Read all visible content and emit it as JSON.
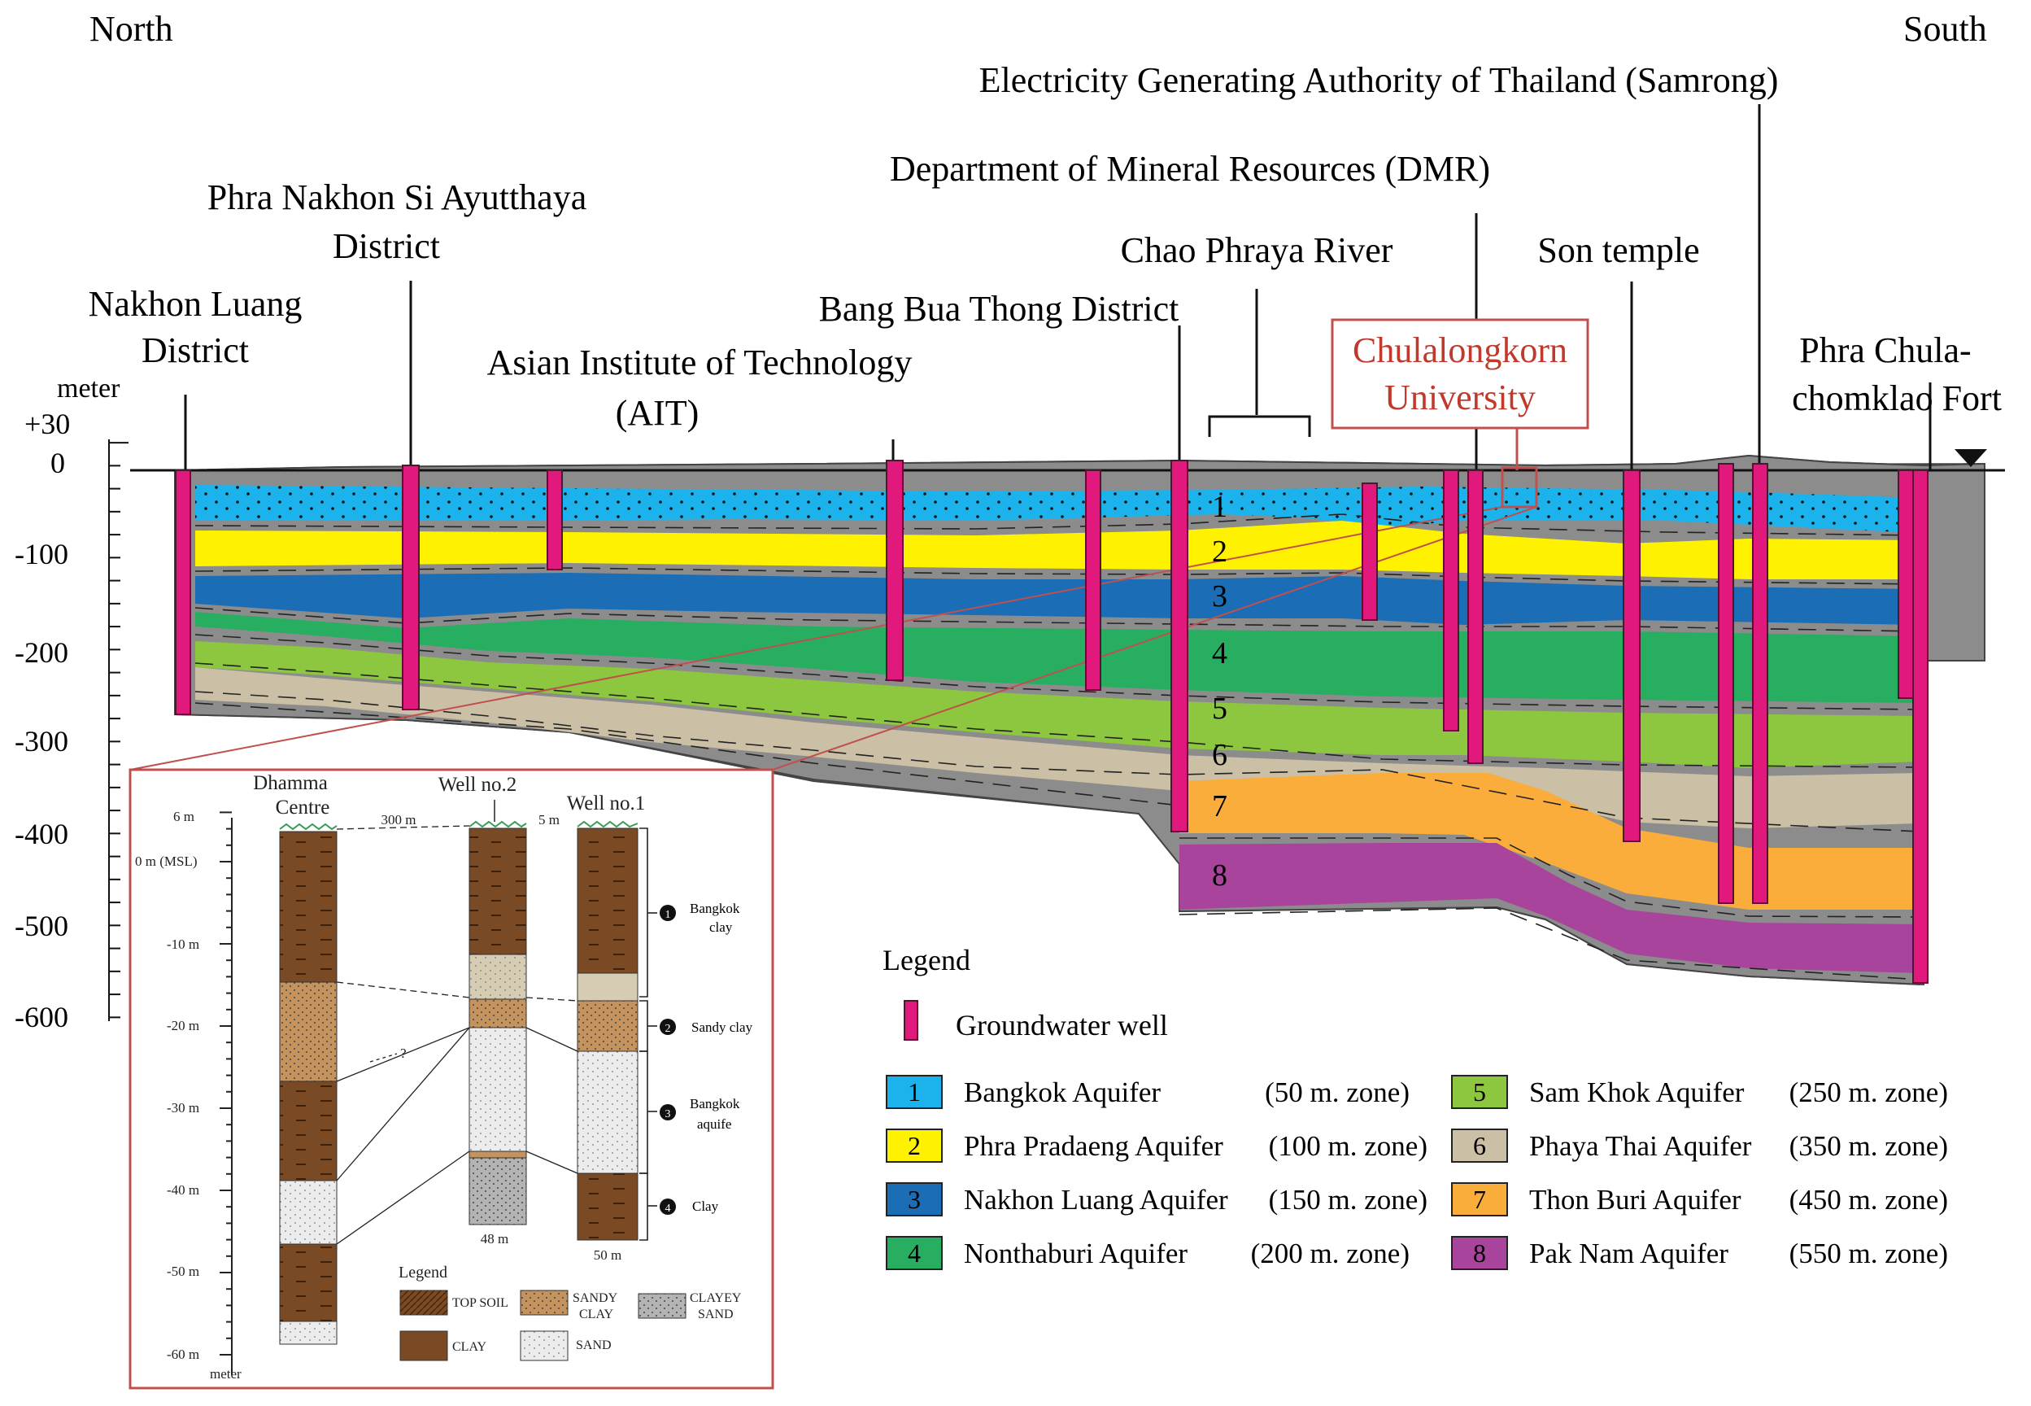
{
  "orientation": {
    "north": "North",
    "south": "South"
  },
  "axis": {
    "unit": "meter",
    "ticks": [
      "+30",
      "0",
      "-100",
      "-200",
      "-300",
      "-400",
      "-500",
      "-600"
    ]
  },
  "locations": {
    "nakhon_luang": [
      "Nakhon Luang",
      "District"
    ],
    "ayutthaya": [
      "Phra Nakhon Si Ayutthaya",
      "District"
    ],
    "ait": [
      "Asian Institute of Technology",
      "(AIT)"
    ],
    "bang_bua_thong": "Bang Bua Thong District",
    "chao_phraya": "Chao Phraya River",
    "dmr": "Department of Mineral Resources (DMR)",
    "egat": "Electricity Generating Authority of Thailand (Samrong)",
    "son_temple": "Son temple",
    "chulalongkorn": [
      "Chulalongkorn",
      "University"
    ],
    "fort": [
      "Phra Chula-",
      "chomklao Fort"
    ]
  },
  "layer_numbers": [
    "1",
    "2",
    "3",
    "4",
    "5",
    "6",
    "7",
    "8"
  ],
  "legend": {
    "title": "Legend",
    "well": "Groundwater well",
    "colors": {
      "well": "#e2197c",
      "clay": "#8c8c8c"
    },
    "aquifers": [
      {
        "num": "1",
        "name": "Bangkok Aquifer",
        "zone": "(50 m. zone)",
        "color": "#1cb3ec"
      },
      {
        "num": "2",
        "name": "Phra Pradaeng Aquifer",
        "zone": "(100 m. zone)",
        "color": "#fff200"
      },
      {
        "num": "3",
        "name": "Nakhon Luang Aquifer",
        "zone": "(150 m. zone)",
        "color": "#1b6db6"
      },
      {
        "num": "4",
        "name": "Nonthaburi Aquifer",
        "zone": "(200 m. zone)",
        "color": "#27ae60"
      },
      {
        "num": "5",
        "name": "Sam Khok Aquifer",
        "zone": "(250 m. zone)",
        "color": "#8dc63f"
      },
      {
        "num": "6",
        "name": "Phaya Thai Aquifer",
        "zone": "(350 m. zone)",
        "color": "#cbbfa6"
      },
      {
        "num": "7",
        "name": "Thon Buri Aquifer",
        "zone": "(450 m. zone)",
        "color": "#fbad3c"
      },
      {
        "num": "8",
        "name": "Pak Nam Aquifer",
        "zone": "(550 m. zone)",
        "color": "#a8449b"
      }
    ]
  },
  "inset": {
    "wells": {
      "dhamma": [
        "Dhamma",
        "Centre"
      ],
      "well2": "Well no.2",
      "well1": "Well no.1"
    },
    "distances": {
      "d1": "300 m",
      "d2": "5 m"
    },
    "depths": {
      "well2": "48 m",
      "well1": "50 m"
    },
    "ticks": [
      "6 m",
      "0 m (MSL)",
      "-10 m",
      "-20 m",
      "-30 m",
      "-40 m",
      "-50 m",
      "-60 m"
    ],
    "unit": "meter",
    "question": "?",
    "units": [
      {
        "num": "1",
        "label": [
          "Bangkok",
          "clay"
        ]
      },
      {
        "num": "2",
        "label": [
          "Sandy clay"
        ]
      },
      {
        "num": "3",
        "label": [
          "Bangkok",
          "aquife"
        ]
      },
      {
        "num": "4",
        "label": [
          "Clay"
        ]
      }
    ],
    "legend_title": "Legend",
    "legend_items": {
      "topsoil": "TOP SOIL",
      "sandy_clay": [
        "SANDY",
        "CLAY"
      ],
      "clayey_sand": [
        "CLAYEY",
        "SAND"
      ],
      "clay": "CLAY",
      "sand": "SAND"
    },
    "colors": {
      "clay": "#7a4a24",
      "sandy_clay": "#c4935e",
      "sand": "#ececec",
      "clayey_sand": "#b3b3b3",
      "frame": "#c0504d"
    }
  }
}
